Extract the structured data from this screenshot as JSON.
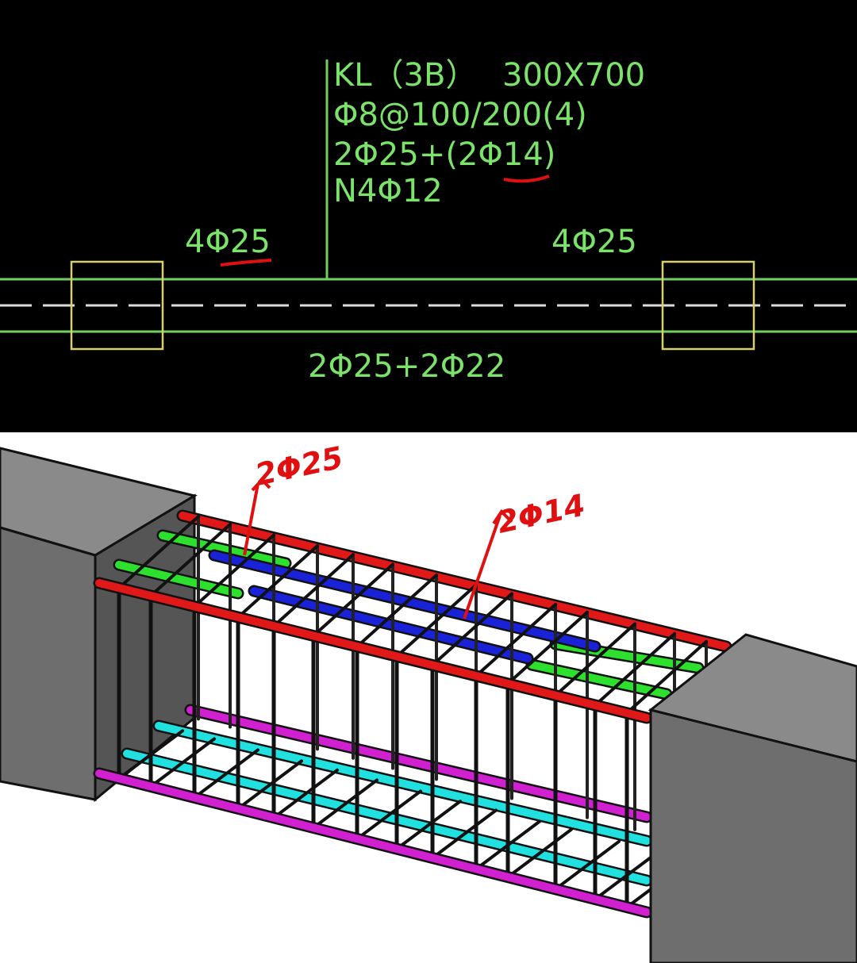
{
  "cad_drawing": {
    "beam_label": "KL（3B）",
    "beam_size": "300X700",
    "stirrups": "Φ8@100/200(4)",
    "top_continuous": "2Φ25+(2Φ14)",
    "side_bars": "N4Φ12",
    "left_support_top": "4Φ25",
    "right_support_top": "4Φ25",
    "bottom_bars": "2Φ25+2Φ22"
  },
  "model_3d": {
    "annotation_left": "2Φ25",
    "annotation_right": "2Φ14"
  },
  "colors": {
    "cad_text": "#7be36a",
    "column_outline": "#d8d070",
    "top_bars": "#e01818",
    "support_extra": "#2ee02e",
    "erection_bars": "#1a22d8",
    "bottom_outer": "#d020d0",
    "bottom_inner": "#20e0e0"
  }
}
